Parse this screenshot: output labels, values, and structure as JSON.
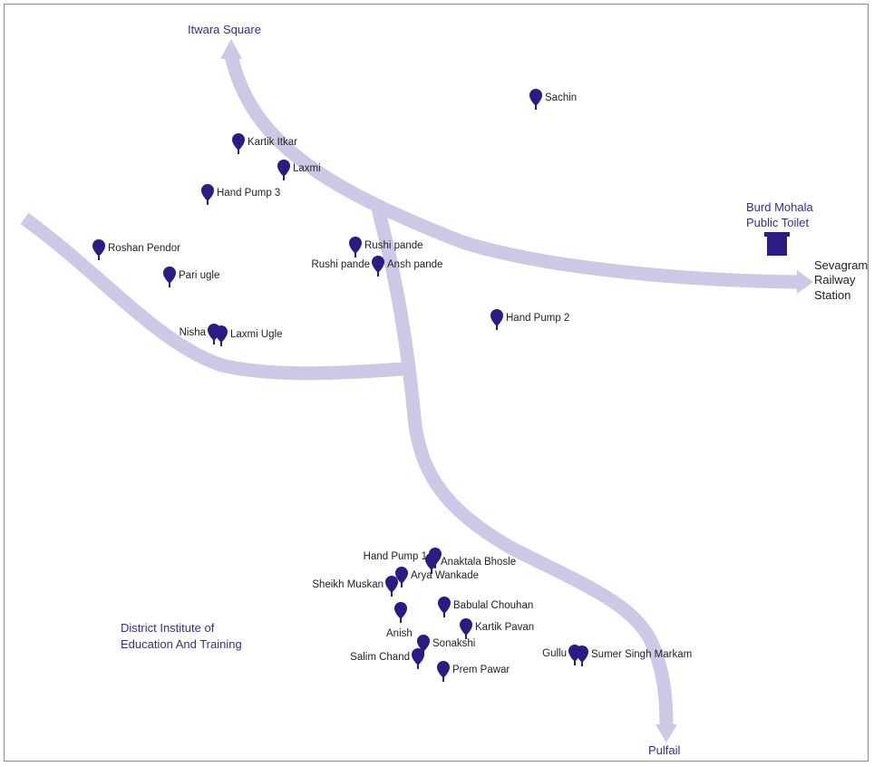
{
  "colors": {
    "road": "#cfc7e6",
    "pin": "#2b1b84",
    "place_label": "#3b2a9a",
    "text": "#222222"
  },
  "destinations": {
    "itwara": "Itwara Square",
    "sevagram": [
      "Sevagram",
      "Railway",
      "Station"
    ],
    "pulfail": "Pulfail"
  },
  "places": {
    "toilet": [
      "Burd Mohala",
      "Public Toilet"
    ],
    "diet": [
      "District Institute of",
      "Education And Training"
    ]
  },
  "markers": [
    "Sachin",
    "Kartik Itkar",
    "Laxmi",
    "Hand Pump 3",
    "Roshan Pendor",
    "Pari ugle",
    "Rushi pande",
    "Rushi pande",
    "Ansh pande",
    "Nisha",
    "Laxmi Ugle",
    "Hand Pump 2",
    "Hand Pump 1",
    "Anaktala Bhosle",
    "Sheikh Muskan",
    "Arya Wankade",
    "Babulal Chouhan",
    "Anish",
    "Kartik Pavan",
    "Sonakshi",
    "Salim Chand",
    "Prem Pawar",
    "Gullu",
    "Sumer Singh  Markam"
  ]
}
